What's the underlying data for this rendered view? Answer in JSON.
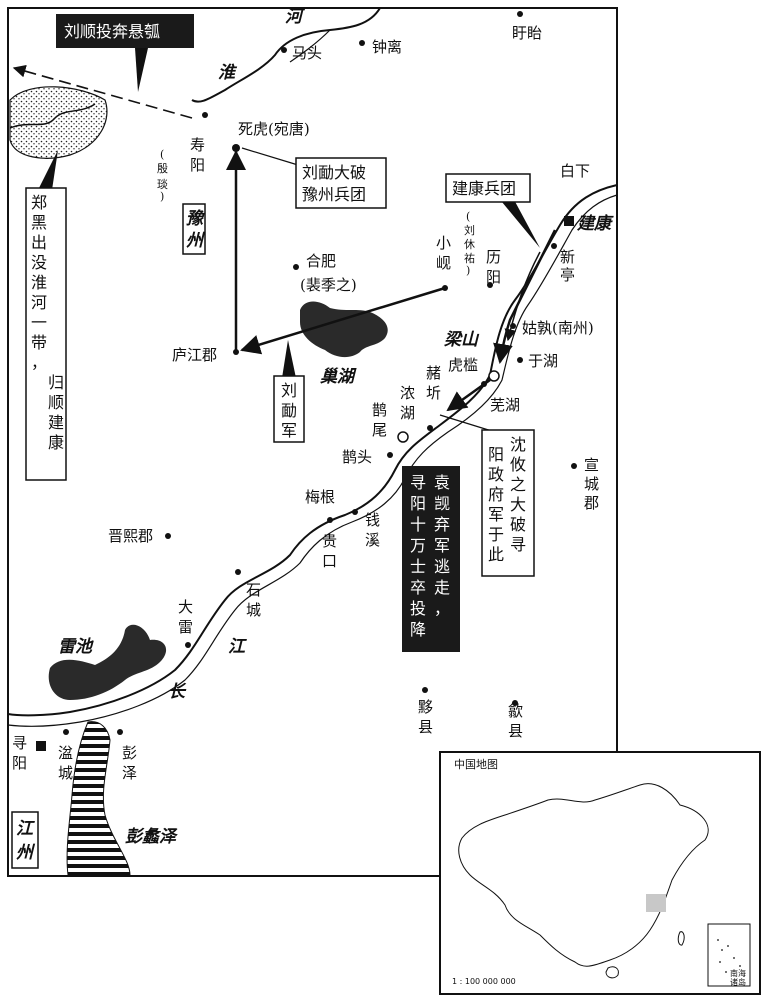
{
  "rivers": {
    "he": "河",
    "huai": "淮",
    "jiang": "江",
    "chang": "长"
  },
  "places": {
    "matou": "马头",
    "zhongli": "钟离",
    "xuyi": "盱眙",
    "sihu": "死虎(宛唐)",
    "shouyang": "寿阳",
    "yinyan": "(殷琰)",
    "baixia": "白下",
    "jiankang": "建康",
    "xinting": "新亭",
    "hefei": "合肥",
    "peijizhi": "(裴季之)",
    "xiaoxian": "小岘",
    "liuxiuyou": "(刘休祐)",
    "liyang": "历阳",
    "gushu": "姑孰(南州)",
    "yuhu": "于湖",
    "liangshan": "梁山",
    "hukan": "虎槛",
    "wuhu": "芜湖",
    "zhuqi": "赭圻",
    "nonghu": "浓湖",
    "luwei": "鹊尾",
    "luetou": "鹊头",
    "xuanchengjun": "宣城郡",
    "lujiangjun": "庐江郡",
    "chaohu": "巢湖",
    "meigen": "梅根",
    "qianxi": "钱溪",
    "guikou": "贵口",
    "jinxijun": "晋熙郡",
    "shicheng": "石城",
    "dalei": "大雷",
    "leichi": "雷池",
    "yixian": "黟县",
    "shexian": "歙县",
    "xunyang": "寻阳",
    "pencheng": "湓城",
    "pengze": "彭泽",
    "pengli": "彭蠡泽",
    "yuzhou": "豫州",
    "jiangzhou": "江州"
  },
  "callouts": {
    "liushun": "刘顺投奔悬瓠",
    "liumian_win": [
      "刘勔大破",
      "豫州兵团"
    ],
    "jiankang_army": "建康兵团",
    "liumian_army": [
      "刘",
      "勔",
      "军"
    ],
    "zhenghei": [
      "郑黑出没淮河一带，",
      "归顺建康"
    ],
    "yuanyi": [
      "袁",
      "觊",
      "弃",
      "军",
      "逃",
      "走，",
      "寻",
      "阳",
      "十",
      "万",
      "士",
      "卒",
      "投",
      "降"
    ],
    "shenyou": [
      "沈",
      "攸",
      "之",
      "大",
      "破",
      "寻",
      "阳",
      "政",
      "府",
      "军",
      "于",
      "此"
    ]
  },
  "inset": {
    "title": "中国地图",
    "scale": "1 : 100 000 000",
    "islands_label": [
      "南海",
      "诸岛"
    ]
  }
}
